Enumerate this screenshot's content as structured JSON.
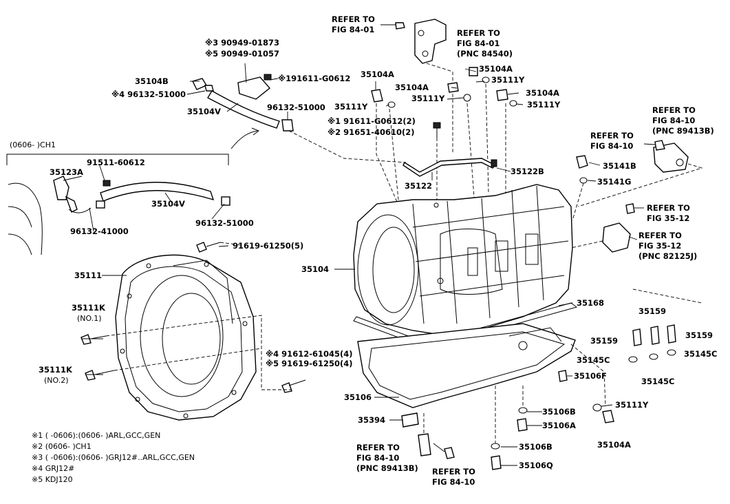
{
  "labels": {
    "refer_8401_a_1": "REFER TO",
    "refer_8401_a_2": "FIG 84-01",
    "refer_8401_b_1": "REFER TO",
    "refer_8401_b_2": "FIG 84-01",
    "refer_8401_b_3": "(PNC 84540)",
    "n35104A_top": "35104A",
    "n35111Y_top": "35111Y",
    "n35104A_mid": "35104A",
    "n35111Y_mid": "35111Y",
    "n35104A_l": "35104A",
    "n35111Y_l": "35111Y",
    "n35104A_m": "35104A",
    "n35111Y_m": "35111Y",
    "n3_90949": "※3 90949-01873",
    "n5_90949": "※5 90949-01057",
    "n1_91611_top": "※191611-G0612",
    "n35104B": "35104B",
    "n4_96132": "※4 96132-51000",
    "n35104V_top": "35104V",
    "n96132_51000_top": "96132-51000",
    "n1_91611": "※1 91611-G0612(2)",
    "n2_91651": "※2 91651-40610(2)",
    "refer_8410_a_1": "REFER TO",
    "refer_8410_a_2": "FIG 84-10",
    "refer_8410_a_3": "(PNC 89413B)",
    "refer_8410_b_1": "REFER TO",
    "refer_8410_b_2": "FIG 84-10",
    "n35141B": "35141B",
    "n35141G": "35141G",
    "n35122B": "35122B",
    "n35122": "35122",
    "ch1_bracket": "(0606-      )CH1",
    "n91511": "91511-60612",
    "n35123A": "35123A",
    "n35104V_mid": "35104V",
    "n96132_41000": "96132-41000",
    "n96132_51000_mid": "96132-51000",
    "refer_3512_a_1": "REFER TO",
    "refer_3512_a_2": "FIG 35-12",
    "refer_3512_b_1": "REFER TO",
    "refer_3512_b_2": "FIG 35-12",
    "refer_3512_b_3": "(PNC 82125J)",
    "n91619_5": "91619-61250(5)",
    "n35111": "35111",
    "n35104": "35104",
    "n35111K_1": "35111K",
    "n35111K_1b": "(NO.1)",
    "n35168": "35168",
    "n35159_a": "35159",
    "n35159_b": "35159",
    "n35159_c": "35159",
    "n35145C_a": "35145C",
    "n35145C_b": "35145C",
    "n35145C_c": "35145C",
    "n4_91612": "※4 91612-61045(4)",
    "n5_91619": "※5 91619-61250(4)",
    "n35111K_2": "35111K",
    "n35111K_2b": "(NO.2)",
    "n35106F": "35106F",
    "n35106": "35106",
    "n35111Y_low": "35111Y",
    "n35106B_a": "35106B",
    "n35394": "35394",
    "n35106A": "35106A",
    "n35104A_low": "35104A",
    "n35106B_b": "35106B",
    "refer_8410_c_1": "REFER TO",
    "refer_8410_c_2": "FIG 84-10",
    "refer_8410_c_3": "(PNC 89413B)",
    "refer_8410_d_1": "REFER TO",
    "refer_8410_d_2": "FIG 84-10",
    "n35106Q": "35106Q"
  },
  "legend": [
    "※1 (     -0606):(0606-     )ARL,GCC,GEN",
    "※2 (0606-     )CH1",
    "※3 (     -0606):(0606-     )GRJ12#..ARL,GCC,GEN",
    "※4  GRJ12#",
    "※5  KDJ120"
  ]
}
